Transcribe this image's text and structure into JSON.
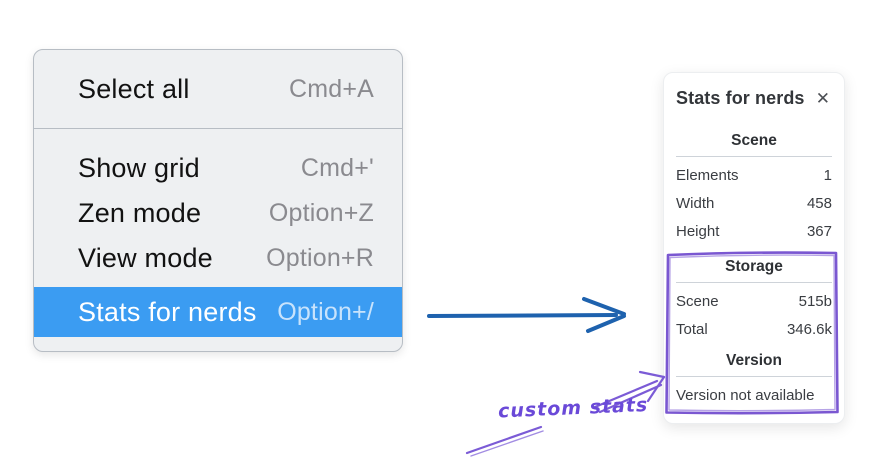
{
  "menu": {
    "groups": [
      {
        "items": [
          {
            "label": "Select all",
            "shortcut": "Cmd+A",
            "highlighted": false
          }
        ]
      },
      {
        "items": [
          {
            "label": "Show grid",
            "shortcut": "Cmd+'",
            "highlighted": false
          },
          {
            "label": "Zen mode",
            "shortcut": "Option+Z",
            "highlighted": false
          },
          {
            "label": "View mode",
            "shortcut": "Option+R",
            "highlighted": false
          },
          {
            "label": "Stats for nerds",
            "shortcut": "Option+/",
            "highlighted": true
          }
        ]
      }
    ]
  },
  "panel": {
    "title": "Stats for nerds",
    "close_icon": "✕",
    "sections": [
      {
        "header": "Scene",
        "rows": [
          {
            "label": "Elements",
            "value": "1"
          },
          {
            "label": "Width",
            "value": "458"
          },
          {
            "label": "Height",
            "value": "367"
          }
        ]
      },
      {
        "header": "Storage",
        "rows": [
          {
            "label": "Scene",
            "value": "515b"
          },
          {
            "label": "Total",
            "value": "346.6k"
          }
        ]
      },
      {
        "header": "Version",
        "rows": [],
        "note": "Version not available"
      }
    ]
  },
  "annotation": {
    "label": "custom stats"
  },
  "colors": {
    "menu_highlight": "#3b9cf2",
    "menu_background": "#eef0f2",
    "flow_arrow_blue": "#1e62ae",
    "annotation_purple": "#7a57d1"
  }
}
